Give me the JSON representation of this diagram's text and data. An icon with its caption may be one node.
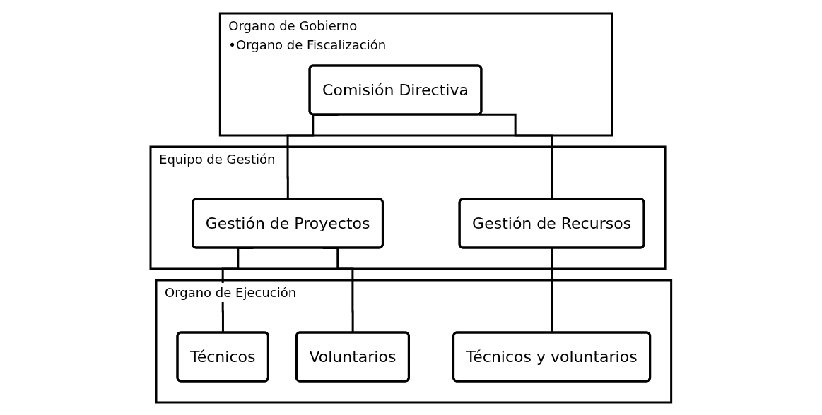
{
  "diagram": {
    "nodes": [
      {
        "text": [
          "Organo de Gobierno",
          "•Organo de Fiscalización"
        ]
      },
      {
        "text": [
          "Comisión Directiva"
        ],
        "in": 0
      },
      {
        "text": [
          "Equipo de Gestión"
        ]
      },
      {
        "text": [
          "Gestión de Proyectos"
        ],
        "in": 2
      },
      {
        "text": [
          "Gestión de Recursos"
        ],
        "in": 2
      },
      {
        "text": [
          "Organo de Ejecución"
        ]
      },
      {
        "text": [
          "Técnicos"
        ],
        "in": 5
      },
      {
        "text": [
          "Voluntarios"
        ],
        "in": 5
      },
      {
        "text": [
          "Técnicos y voluntarios"
        ],
        "in": 5
      }
    ],
    "edges": [
      {
        "from": 1,
        "to": 3,
        "arrow": "none"
      },
      {
        "from": 1,
        "to": 4,
        "arrow": "none"
      },
      {
        "from": 3,
        "to": 6,
        "arrow": "none"
      },
      {
        "from": 3,
        "to": 7,
        "arrow": "none"
      },
      {
        "from": 4,
        "to": 8,
        "arrow": "none"
      }
    ]
  }
}
